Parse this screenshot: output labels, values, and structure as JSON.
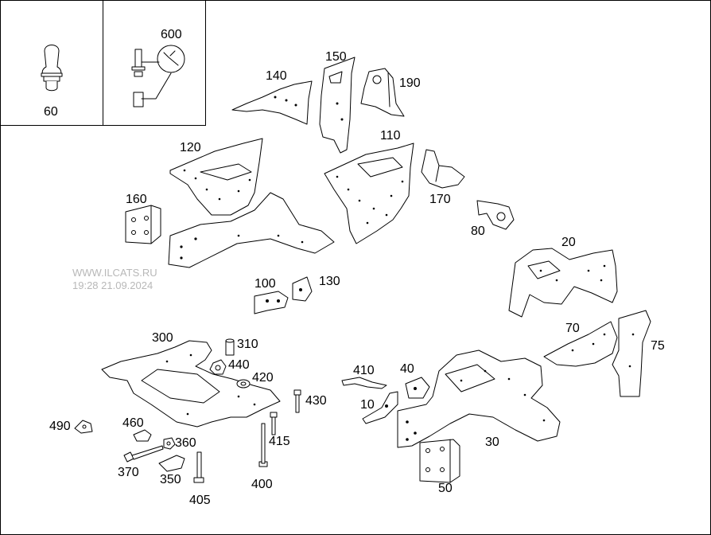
{
  "colors": {
    "line": "#000000",
    "fill": "#ffffff",
    "watermark": "#b8b8b8"
  },
  "watermark": {
    "site": "WWW.ILCATS.RU",
    "timestamp": "19:28 21.09.2024"
  },
  "callouts": {
    "p60": "60",
    "p600": "600",
    "p140": "140",
    "p150": "150",
    "p190": "190",
    "p120": "120",
    "p110": "110",
    "p160": "160",
    "p170": "170",
    "p80": "80",
    "p20": "20",
    "p100": "100",
    "p130": "130",
    "p300": "300",
    "p310": "310",
    "p440": "440",
    "p420": "420",
    "p430": "430",
    "p410": "410",
    "p40": "40",
    "p10": "10",
    "p70": "70",
    "p75": "75",
    "p490": "490",
    "p460": "460",
    "p360": "360",
    "p370": "370",
    "p350": "350",
    "p415": "415",
    "p400": "400",
    "p405": "405",
    "p30": "30",
    "p50": "50"
  },
  "parts": [
    {
      "ref": "60",
      "icon": "stud-bolt-icon"
    },
    {
      "ref": "600",
      "icon": "repair-kit-wrench-icon"
    },
    {
      "ref": "140",
      "icon": "wheelhouse-panel-icon"
    },
    {
      "ref": "150",
      "icon": "pillar-reinforcement-icon"
    },
    {
      "ref": "190",
      "icon": "bracket-icon"
    },
    {
      "ref": "120",
      "icon": "front-structure-left-icon"
    },
    {
      "ref": "110",
      "icon": "wheelhouse-right-icon"
    },
    {
      "ref": "160",
      "icon": "end-plate-icon"
    },
    {
      "ref": "170",
      "icon": "support-icon"
    },
    {
      "ref": "80",
      "icon": "mount-bracket-icon"
    },
    {
      "ref": "20",
      "icon": "wheelhouse-outer-icon"
    },
    {
      "ref": "100",
      "icon": "gusset-icon"
    },
    {
      "ref": "130",
      "icon": "gusset-icon"
    },
    {
      "ref": "300",
      "icon": "subframe-icon"
    },
    {
      "ref": "310",
      "icon": "bushing-icon"
    },
    {
      "ref": "440",
      "icon": "nut-icon"
    },
    {
      "ref": "420",
      "icon": "washer-icon"
    },
    {
      "ref": "430",
      "icon": "bolt-icon"
    },
    {
      "ref": "410",
      "icon": "strap-icon"
    },
    {
      "ref": "40",
      "icon": "gusset-icon"
    },
    {
      "ref": "10",
      "icon": "gusset-icon"
    },
    {
      "ref": "70",
      "icon": "side-member-trim-icon"
    },
    {
      "ref": "75",
      "icon": "closing-panel-icon"
    },
    {
      "ref": "490",
      "icon": "clip-icon"
    },
    {
      "ref": "460",
      "icon": "clamp-icon"
    },
    {
      "ref": "360",
      "icon": "nut-icon"
    },
    {
      "ref": "370",
      "icon": "long-bolt-icon"
    },
    {
      "ref": "350",
      "icon": "bracket-icon"
    },
    {
      "ref": "415",
      "icon": "bolt-icon"
    },
    {
      "ref": "400",
      "icon": "long-bolt-icon"
    },
    {
      "ref": "405",
      "icon": "bolt-icon"
    },
    {
      "ref": "30",
      "icon": "front-structure-right-icon"
    },
    {
      "ref": "50",
      "icon": "end-plate-icon"
    }
  ]
}
